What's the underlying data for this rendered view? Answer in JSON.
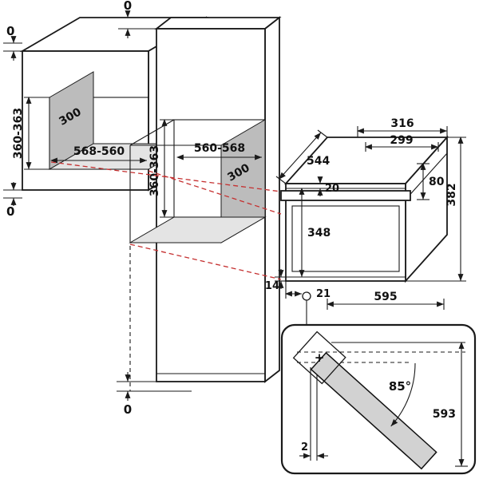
{
  "upper_cabinet": {
    "gap_top": "0",
    "gap_bottom": "0",
    "niche_width": "568-560",
    "niche_depth": "300",
    "niche_height": "360-363"
  },
  "tall_cabinet": {
    "gap_top": "0",
    "gap_bottom": "0",
    "niche_width": "560-568",
    "niche_depth": "300",
    "niche_height": "360-363"
  },
  "appliance": {
    "depth": "544",
    "top_width": "316",
    "top_width_inner": "299",
    "top_clearance": "20",
    "side_height": "80",
    "total_height": "382",
    "front_height": "348",
    "bottom_clearance": "14",
    "hinge_offset": "21",
    "width": "595"
  },
  "door_detail": {
    "open_angle": "85°",
    "door_reach": "593",
    "front_gap": "2",
    "hinge_mark": "+"
  },
  "colors": {
    "projection_red": "#c53030",
    "interior_wall_gray": "#bcbcbc",
    "shelf_gray": "#e4e4e4",
    "door_gray": "#d2d2d2",
    "line_black": "#1a1a1a"
  }
}
